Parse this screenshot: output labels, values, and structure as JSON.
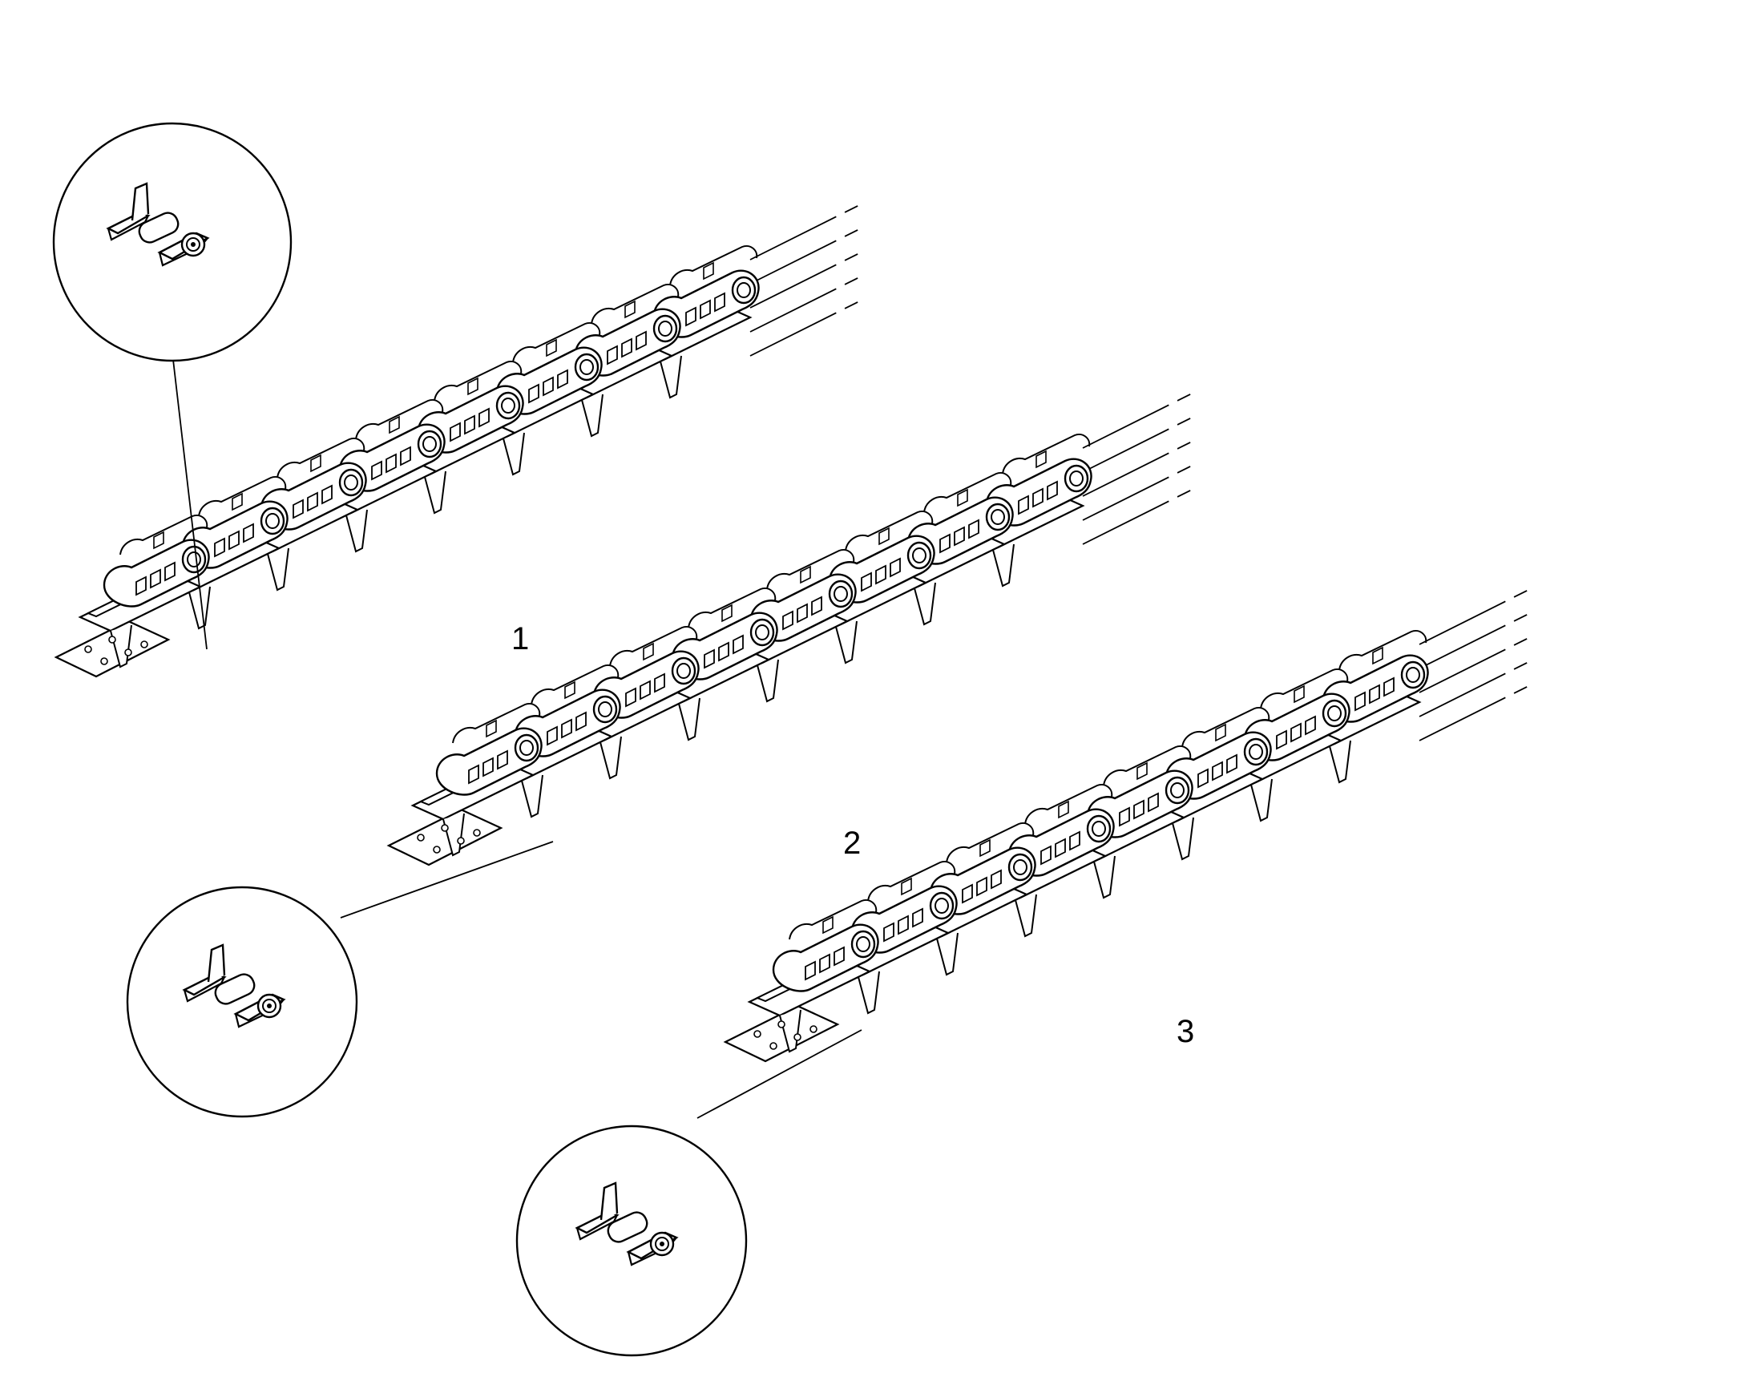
{
  "figure": {
    "line_color": "#000000",
    "background": "#ffffff",
    "callouts": [
      {
        "id": "1",
        "label": "1"
      },
      {
        "id": "2",
        "label": "2"
      },
      {
        "id": "3",
        "label": "3"
      }
    ],
    "detail_views": [
      {
        "name": "grouser-pad-detail-1",
        "depicts": "chain-shoe-closeup-icon"
      },
      {
        "name": "grouser-pad-detail-2",
        "depicts": "chain-shoe-closeup-icon"
      },
      {
        "name": "grouser-pad-detail-3",
        "depicts": "chain-shoe-closeup-icon"
      }
    ]
  }
}
